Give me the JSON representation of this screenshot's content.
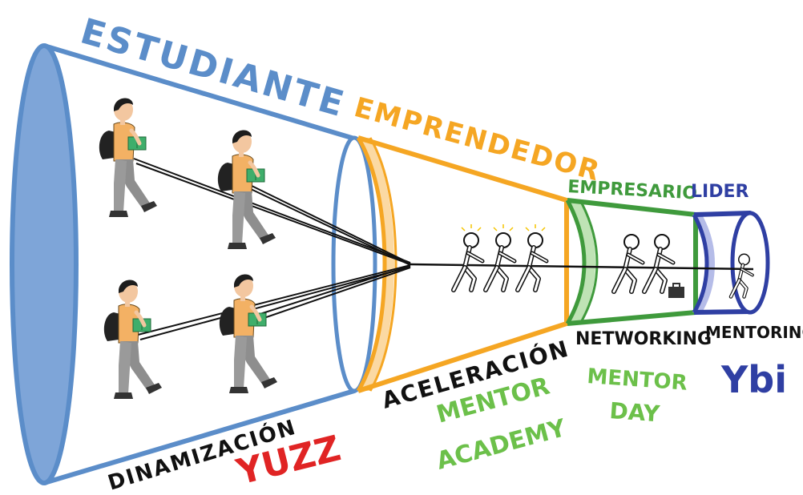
{
  "stages": [
    {
      "label": "ESTUDIANTE",
      "color": "#5b8dc9"
    },
    {
      "label": "EMPRENDEDOR",
      "color": "#f5a623"
    },
    {
      "label": "EMPRESARIO",
      "color": "#3f9a3c"
    },
    {
      "label": "LIDER",
      "color": "#2f3fa3"
    }
  ],
  "activities": [
    {
      "label": "DINAMIZACIÓN",
      "color": "#111111"
    },
    {
      "label": "ACELERACIÓN",
      "color": "#111111"
    },
    {
      "label": "NETWORKING",
      "color": "#111111"
    },
    {
      "label": "MENTORING",
      "color": "#111111"
    }
  ],
  "programs": [
    {
      "label": "YUZZ",
      "color": "#e02424"
    },
    {
      "line1": "MENTOR",
      "line2": "ACADEMY",
      "color": "#6cc04a"
    },
    {
      "line1": "MENTOR",
      "line2": "DAY",
      "color": "#6cc04a"
    },
    {
      "label": "Ybi",
      "color": "#2f3fa3"
    }
  ]
}
